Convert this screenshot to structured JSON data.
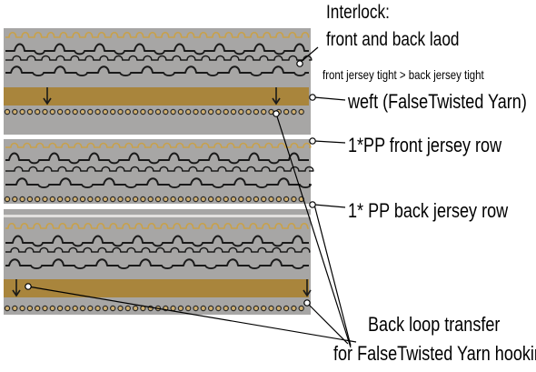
{
  "labels": {
    "interlock_title": "Interlock:",
    "interlock_sub": "front and back laod",
    "tightness": "front jersey tight > back  jersey tight",
    "weft": "weft (FalseTwisted Yarn)",
    "front_row": "1*PP front jersey row",
    "back_row": "1* PP back jersey row",
    "transfer_line1": "Back loop transfer",
    "transfer_line2": "for FalseTwisted Yarn hooking"
  },
  "colors": {
    "background": "#ffffff",
    "fabric_gray": "#a7a6a5",
    "weft_band": "#a9853c",
    "loop_gold": "#c8a14b",
    "yarn_dark": "#1a1a1a",
    "needle_ring": "#2b2b2b",
    "needle_fill": "#d2b273",
    "divider": "#e2e0de"
  }
}
